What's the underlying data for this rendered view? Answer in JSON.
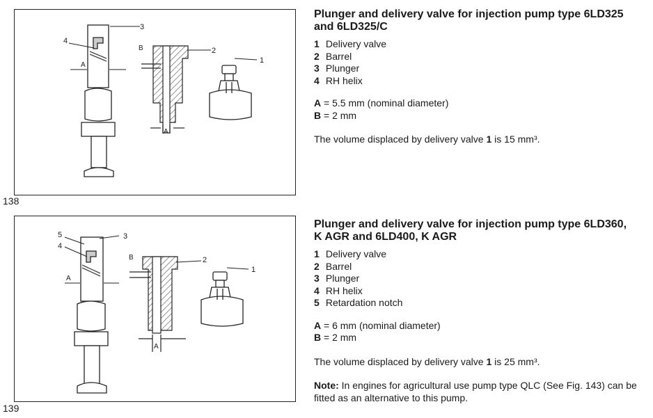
{
  "figure_138": {
    "number": "138",
    "callouts": {
      "n1": "1",
      "n2": "2",
      "n3": "3",
      "n4": "4",
      "A1": "A",
      "A2": "A",
      "B": "B"
    }
  },
  "figure_139": {
    "number": "139",
    "callouts": {
      "n1": "1",
      "n2": "2",
      "n3": "3",
      "n4": "4",
      "n5": "5",
      "A1": "A",
      "A2": "A",
      "B": "B"
    }
  },
  "section1": {
    "title_line1": "Plunger and delivery valve for injection pump type 6LD325",
    "title_line2": "and 6LD325/C",
    "items": [
      {
        "num": "1",
        "label": "Delivery valve"
      },
      {
        "num": "2",
        "label": "Barrel"
      },
      {
        "num": "3",
        "label": "Plunger"
      },
      {
        "num": "4",
        "label": "RH helix"
      }
    ],
    "spec_a": {
      "label": "A",
      "eq": " = ",
      "value": "5.5 mm (nominal diameter)"
    },
    "spec_b": {
      "label": "B",
      "eq": " = ",
      "value": "2 mm"
    },
    "volume": {
      "pre": "The volume displaced by delivery valve ",
      "num": "1",
      "post": " is 15 mm³."
    }
  },
  "section2": {
    "title_line1": "Plunger and delivery valve for injection pump type 6LD360,",
    "title_line2": "K AGR and 6LD400, K AGR",
    "items": [
      {
        "num": "1",
        "label": "Delivery valve"
      },
      {
        "num": "2",
        "label": "Barrel"
      },
      {
        "num": "3",
        "label": "Plunger"
      },
      {
        "num": "4",
        "label": "RH helix"
      },
      {
        "num": "5",
        "label": "Retardation notch"
      }
    ],
    "spec_a": {
      "label": "A",
      "eq": " = ",
      "value": "6 mm (nominal diameter)"
    },
    "spec_b": {
      "label": "B",
      "eq": " = ",
      "value": "2 mm"
    },
    "volume": {
      "pre": "The volume displaced by delivery valve ",
      "num": "1",
      "post": " is 25 mm³."
    },
    "note": {
      "label": "Note:",
      "text": " In engines for agricultural use pump type QLC (See Fig. 143) can be fitted as an alternative to this pump."
    }
  }
}
